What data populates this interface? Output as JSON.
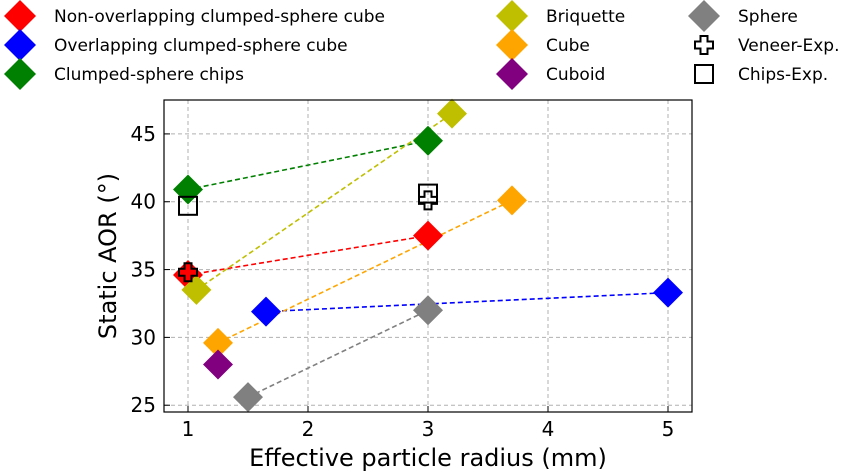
{
  "chart_data": {
    "type": "scatter",
    "xlabel": "Effective particle radius (mm)",
    "ylabel": "Static AOR (°)",
    "xlim": [
      0.8,
      5.2
    ],
    "ylim": [
      24.5,
      47.5
    ],
    "xticks": [
      1,
      2,
      3,
      4,
      5
    ],
    "yticks": [
      25,
      30,
      35,
      40,
      45
    ],
    "grid": true,
    "legend_position": "top",
    "series": [
      {
        "name": "Non-overlapping clumped-sphere cube",
        "color": "#ff0000",
        "marker": "diamond",
        "connected": true,
        "points": [
          [
            1.0,
            34.6
          ],
          [
            3.0,
            37.5
          ]
        ]
      },
      {
        "name": "Overlapping clumped-sphere cube",
        "color": "#0000ff",
        "marker": "diamond",
        "connected": true,
        "points": [
          [
            1.65,
            31.9
          ],
          [
            5.0,
            33.3
          ]
        ]
      },
      {
        "name": "Clumped-sphere chips",
        "color": "#008000",
        "marker": "diamond",
        "connected": true,
        "points": [
          [
            1.0,
            40.9
          ],
          [
            3.0,
            44.5
          ]
        ]
      },
      {
        "name": "Briquette",
        "color": "#bfbf00",
        "marker": "diamond",
        "connected": true,
        "points": [
          [
            1.07,
            33.5
          ],
          [
            3.2,
            46.5
          ]
        ]
      },
      {
        "name": "Cube",
        "color": "#ffa500",
        "marker": "diamond",
        "connected": true,
        "points": [
          [
            1.25,
            29.6
          ],
          [
            3.7,
            40.1
          ]
        ]
      },
      {
        "name": "Cuboid",
        "color": "#800080",
        "marker": "diamond",
        "connected": false,
        "points": [
          [
            1.25,
            28.0
          ]
        ]
      },
      {
        "name": "Sphere",
        "color": "#808080",
        "marker": "diamond",
        "connected": true,
        "points": [
          [
            1.5,
            25.6
          ],
          [
            3.0,
            32.0
          ]
        ]
      },
      {
        "name": "Veneer-Exp.",
        "color": "#000000",
        "marker": "plus",
        "connected": false,
        "points": [
          [
            1.0,
            34.8
          ],
          [
            3.0,
            40.1
          ]
        ]
      },
      {
        "name": "Chips-Exp.",
        "color": "#000000",
        "marker": "square",
        "connected": false,
        "points": [
          [
            1.0,
            39.7
          ],
          [
            3.0,
            40.6
          ]
        ]
      }
    ]
  }
}
